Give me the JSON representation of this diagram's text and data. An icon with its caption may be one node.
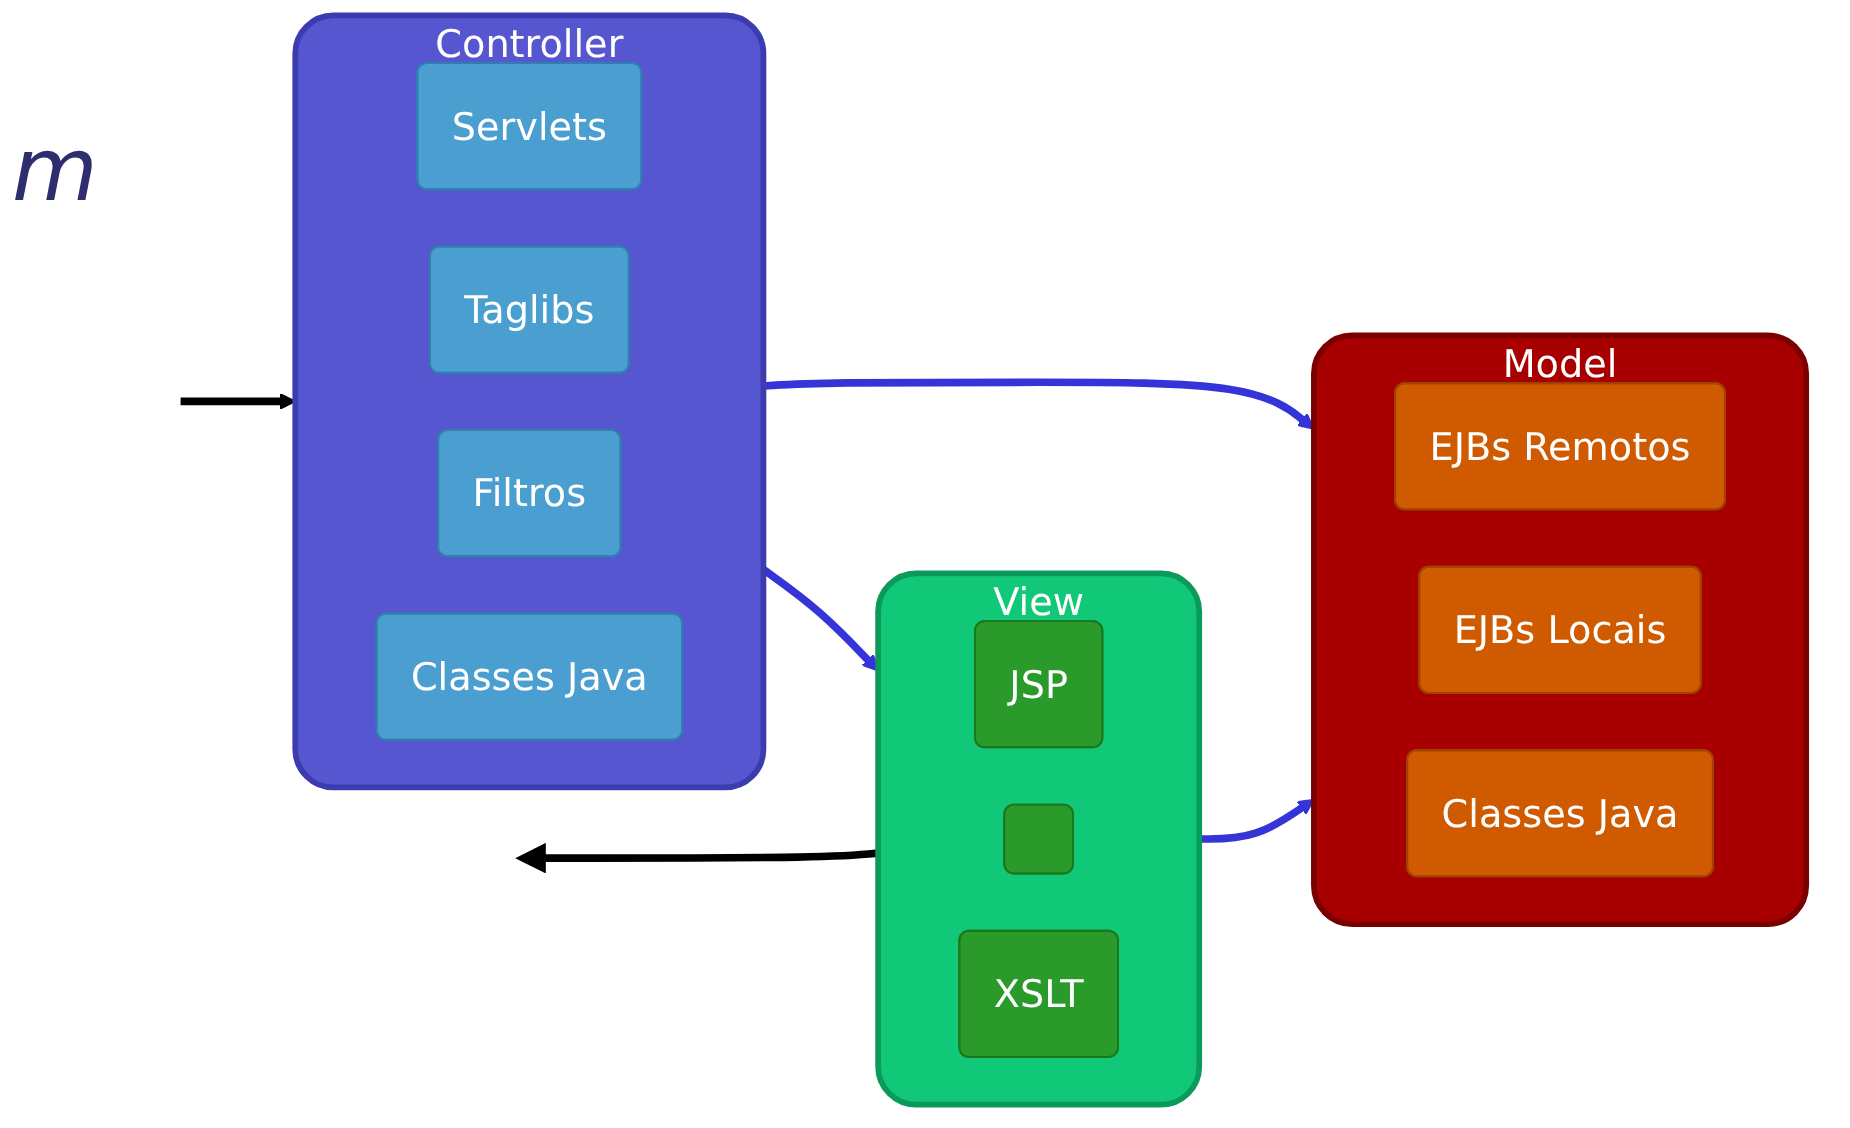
{
  "diagram": {
    "nodes": [
      {
        "text": [
          "Controller"
        ]
      },
      {
        "text": [
          "Servlets"
        ],
        "in": 0
      },
      {
        "text": [
          "Taglibs"
        ],
        "in": 0
      },
      {
        "text": [
          "Filtros"
        ],
        "in": 0
      },
      {
        "text": [
          "Classes Java"
        ],
        "in": 0
      },
      {
        "text": [
          "Model"
        ]
      },
      {
        "text": [
          "EJBs Remotos"
        ],
        "in": 5
      },
      {
        "text": [
          "EJBs Locais"
        ],
        "in": 5
      },
      {
        "text": [
          "Classes Java"
        ],
        "in": 5
      },
      {
        "text": [
          "View"
        ]
      },
      {
        "text": [
          "JSP"
        ],
        "in": 9
      },
      {
        "text": [],
        "shape": "box",
        "in": 9
      },
      {
        "text": [
          "XSLT"
        ],
        "in": 9
      }
    ],
    "edges": [
      {
        "from": null,
        "to": 0,
        "arrow": "to",
        "color": "#000000"
      },
      {
        "from": 0,
        "to": 5,
        "arrow": "to"
      },
      {
        "from": 0,
        "to": 9,
        "arrow": "to"
      },
      {
        "from": 9,
        "to": 5,
        "arrow": "to"
      },
      {
        "from": 9,
        "to": null,
        "arrow": "to",
        "color": "#000000"
      }
    ],
    "labels": [
      "m"
    ]
  }
}
